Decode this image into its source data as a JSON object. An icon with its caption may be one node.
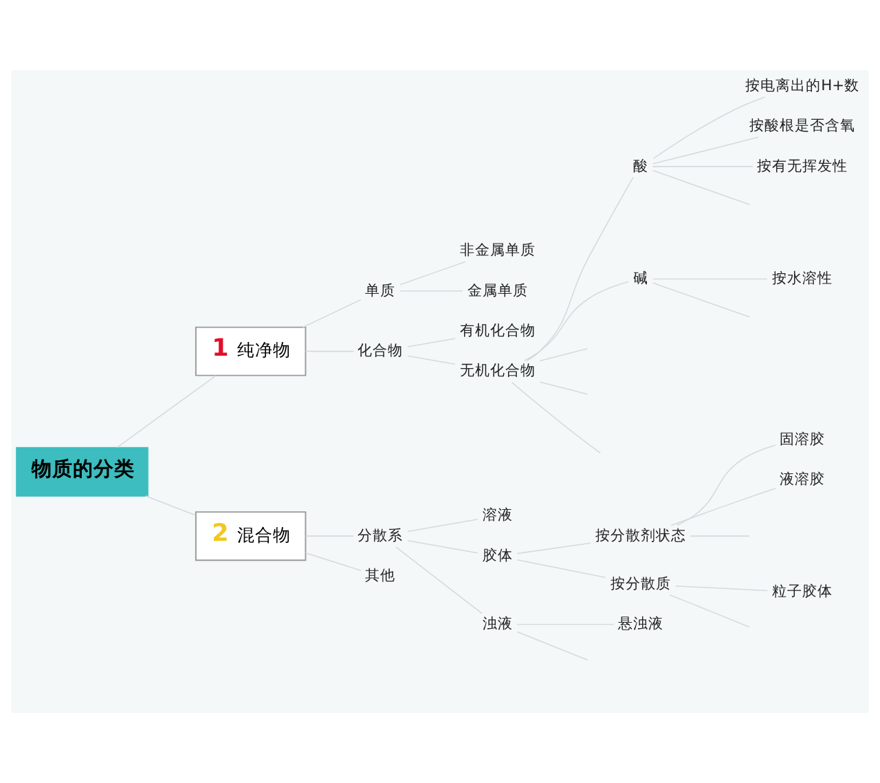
{
  "diagram": {
    "nodes": [
      {
        "text": [
          "物质的分类"
        ]
      },
      {
        "text": [
          "1",
          "纯净物"
        ]
      },
      {
        "text": [
          "单质"
        ]
      },
      {
        "text": [
          "非金属单质"
        ]
      },
      {
        "text": [
          "金属单质"
        ]
      },
      {
        "text": [
          "化合物"
        ]
      },
      {
        "text": [
          "有机化合物"
        ]
      },
      {
        "text": [
          "无机化合物"
        ]
      },
      {
        "text": [
          "酸"
        ]
      },
      {
        "text": [
          "按电离出的H+数"
        ]
      },
      {
        "text": [
          "按酸根是否含氧"
        ]
      },
      {
        "text": [
          "按有无挥发性"
        ]
      },
      {
        "text": [
          "碱"
        ]
      },
      {
        "text": [
          "按水溶性"
        ]
      },
      {
        "text": [
          "2",
          "混合物"
        ]
      },
      {
        "text": [
          "分散系"
        ]
      },
      {
        "text": [
          "溶液"
        ]
      },
      {
        "text": [
          "胶体"
        ]
      },
      {
        "text": [
          "按分散剂状态"
        ]
      },
      {
        "text": [
          "固溶胶"
        ]
      },
      {
        "text": [
          "液溶胶"
        ]
      },
      {
        "text": [
          "按分散质"
        ]
      },
      {
        "text": [
          "粒子胶体"
        ]
      },
      {
        "text": [
          "浊液"
        ]
      },
      {
        "text": [
          "悬浊液"
        ]
      },
      {
        "text": [
          "其他"
        ]
      }
    ],
    "edges": [
      {
        "from": 0,
        "to": 1,
        "arrow": "none"
      },
      {
        "from": 1,
        "to": 2,
        "arrow": "none"
      },
      {
        "from": 2,
        "to": 3,
        "arrow": "none"
      },
      {
        "from": 2,
        "to": 4,
        "arrow": "none"
      },
      {
        "from": 1,
        "to": 5,
        "arrow": "none"
      },
      {
        "from": 5,
        "to": 6,
        "arrow": "none"
      },
      {
        "from": 5,
        "to": 7,
        "arrow": "none"
      },
      {
        "from": 7,
        "to": 8,
        "arrow": "none"
      },
      {
        "from": 8,
        "to": 9,
        "arrow": "none"
      },
      {
        "from": 8,
        "to": 10,
        "arrow": "none"
      },
      {
        "from": 8,
        "to": 11,
        "arrow": "none"
      },
      {
        "from": 8,
        "to": null,
        "arrow": "none"
      },
      {
        "from": 7,
        "to": 12,
        "arrow": "none"
      },
      {
        "from": 12,
        "to": 13,
        "arrow": "none"
      },
      {
        "from": 12,
        "to": null,
        "arrow": "none"
      },
      {
        "from": 7,
        "to": null,
        "arrow": "none"
      },
      {
        "from": 7,
        "to": null,
        "arrow": "none"
      },
      {
        "from": 7,
        "to": null,
        "arrow": "none"
      },
      {
        "from": 0,
        "to": 14,
        "arrow": "none"
      },
      {
        "from": 14,
        "to": 15,
        "arrow": "none"
      },
      {
        "from": 15,
        "to": 16,
        "arrow": "none"
      },
      {
        "from": 15,
        "to": 17,
        "arrow": "none"
      },
      {
        "from": 17,
        "to": 18,
        "arrow": "none"
      },
      {
        "from": 18,
        "to": 19,
        "arrow": "none"
      },
      {
        "from": 18,
        "to": 20,
        "arrow": "none"
      },
      {
        "from": 18,
        "to": null,
        "arrow": "none"
      },
      {
        "from": 17,
        "to": 21,
        "arrow": "none"
      },
      {
        "from": 21,
        "to": 22,
        "arrow": "none"
      },
      {
        "from": 21,
        "to": null,
        "arrow": "none"
      },
      {
        "from": 15,
        "to": 23,
        "arrow": "none"
      },
      {
        "from": 23,
        "to": 24,
        "arrow": "none"
      },
      {
        "from": 23,
        "to": null,
        "arrow": "none"
      },
      {
        "from": 14,
        "to": 25,
        "arrow": "none"
      }
    ]
  }
}
